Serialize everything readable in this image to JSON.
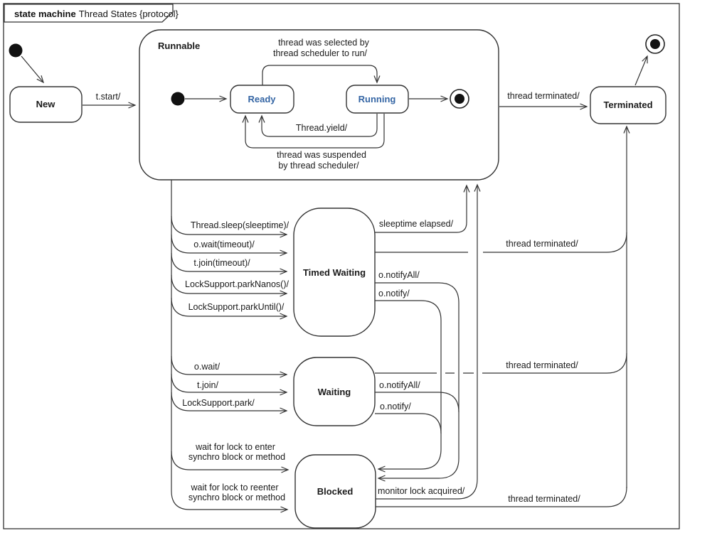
{
  "diagram": {
    "title_keyword": "state machine",
    "title_rest": "Thread States {protocol}"
  },
  "states": {
    "new": "New",
    "runnable": "Runnable",
    "ready": "Ready",
    "running": "Running",
    "timed_waiting": "Timed Waiting",
    "waiting": "Waiting",
    "blocked": "Blocked",
    "terminated": "Terminated"
  },
  "transitions": {
    "t_start": "t.start/",
    "selected_line1": "thread was selected by",
    "selected_line2": "thread scheduler to run/",
    "yield": "Thread.yield/",
    "suspended_line1": "thread was suspended",
    "suspended_line2": "by thread scheduler/",
    "terminated_from_runnable": "thread terminated/",
    "terminated_from_timed_waiting": "thread terminated/",
    "terminated_from_waiting": "thread terminated/",
    "terminated_from_blocked": "thread terminated/",
    "sleep": "Thread.sleep(sleeptime)/",
    "wait_timeout": "o.wait(timeout)/",
    "join_timeout": "t.join(timeout)/",
    "park_nanos": "LockSupport.parkNanos()/",
    "park_until": "LockSupport.parkUntil()/",
    "sleeptime_elapsed": "sleeptime elapsed/",
    "tw_notify_all": "o.notifyAll/",
    "tw_notify": "o.notify/",
    "o_wait": "o.wait/",
    "t_join": "t.join/",
    "lock_park": "LockSupport.park/",
    "w_notify_all": "o.notifyAll/",
    "w_notify": "o.notify/",
    "wait_enter_line1": "wait for lock to enter",
    "wait_enter_line2": "synchro block or method",
    "wait_reenter_line1": "wait for lock to reenter",
    "wait_reenter_line2": "synchro block or method",
    "monitor_lock_acquired": "monitor lock acquired/"
  },
  "colors": {
    "substate_label": "#3465A4",
    "line": "#333333"
  }
}
